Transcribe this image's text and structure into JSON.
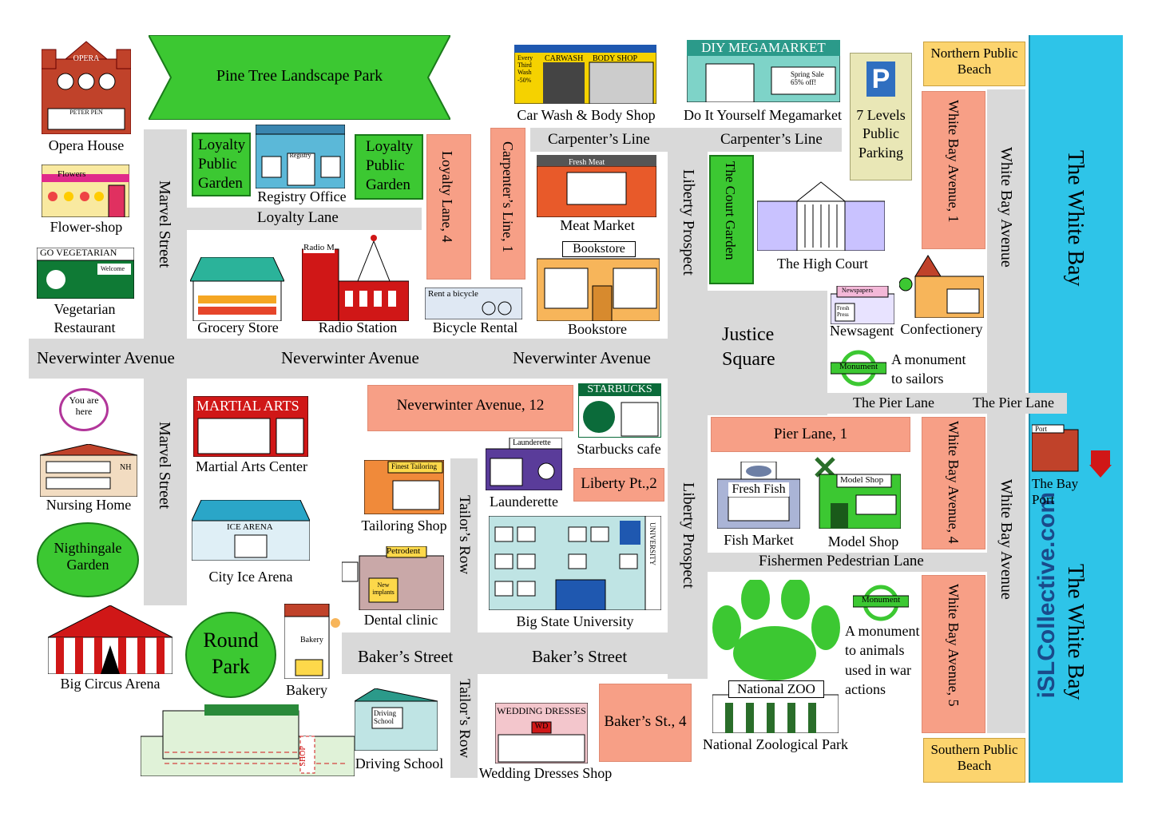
{
  "map": {
    "parks": {
      "pine_tree": "Pine Tree Landscape Park",
      "loyalty_garden_1": "Loyalty Public Garden",
      "loyalty_garden_2": "Loyalty Public Garden",
      "court_garden": "The Court Garden",
      "nightingale": "Nigthingale Garden",
      "round_park": "Round Park"
    },
    "streets": {
      "marvel_1": "Marvel Street",
      "marvel_2": "Marvel Street",
      "loyalty_lane": "Loyalty Lane",
      "neverwinter_1": "Neverwinter Avenue",
      "neverwinter_2": "Neverwinter Avenue",
      "neverwinter_3": "Neverwinter Avenue",
      "carpenters_line_1": "Carpenter’s Line",
      "carpenters_line_2": "Carpenter’s Line",
      "liberty_1": "Liberty Prospect",
      "liberty_2": "Liberty Prospect",
      "justice_square": "Justice Square",
      "pier_lane_1": "The Pier Lane",
      "pier_lane_2": "The Pier Lane",
      "white_bay_ave_1": "White Bay Avenue",
      "white_bay_ave_2": "White Bay Avenue",
      "tailors_row_1": "Tailor’s Row",
      "tailors_row_2": "Tailor’s Row",
      "bakers_1": "Baker’s Street",
      "bakers_2": "Baker’s Street",
      "fishermen": "Fishermen Pedestrian Lane",
      "white_bay_1": "The White Bay",
      "white_bay_2": "The White Bay"
    },
    "addresses": {
      "loyalty_lane_4": "Loyalty Lane, 4",
      "carpenters_line_1": "Carpenter’s Line, 1",
      "neverwinter_12": "Neverwinter Avenue, 12",
      "liberty_pt_2": "Liberty Pt.,2",
      "pier_lane_1": "Pier Lane, 1",
      "white_bay_1": "White Bay Avenue, 1",
      "white_bay_4": "White Bay Avenue, 4",
      "white_bay_5": "White Bay Avenue, 5",
      "bakers_4": "Baker’s St., 4"
    },
    "beaches": {
      "northern": "Northern Public Beach",
      "southern": "Southern Public Beach"
    },
    "parking": {
      "sign": "P",
      "label": "7 Levels Public Parking"
    },
    "places": {
      "opera": "Opera House",
      "opera_sign": "OPERA",
      "opera_sign2": "PETER PEN",
      "flower_shop": "Flower-shop",
      "flower_sign": "Flowers",
      "veg_sign": "GO VEGETARIAN",
      "veg_welcome": "Welcome",
      "veg": "Vegetarian Restaurant",
      "registry": "Registry Office",
      "registry_sign": "Registry",
      "carwash": "Car Wash & Body Shop",
      "carwash_sign1": "CARWASH",
      "carwash_sign2": "BODY SHOP",
      "carwash_promo": "Every Third Wash -50%",
      "diy_sign": "DIY MEGAMARKET",
      "diy": "Do It Yourself Megamarket",
      "diy_promo": "Spring Sale 65% off!",
      "meat_sign": "Fresh Meat",
      "meat": "Meat Market",
      "bookstore_sign": "Bookstore",
      "bookstore": "Bookstore",
      "grocery": "Grocery Store",
      "radio_sign": "Radio M",
      "radio": "Radio Station",
      "bicycle_sign": "Rent a bicycle",
      "bicycle": "Bicycle Rental",
      "high_court": "The High Court",
      "newspapers_sign": "Newspapers",
      "fresh_press": "Fresh Press",
      "newsagent": "Newsagent",
      "confectionery": "Confectionery",
      "monument_sign": "Monument",
      "monument_sailors": "A monument to sailors",
      "you_are_here": "You are here",
      "nursing_sign": "NH",
      "nursing": "Nursing Home",
      "martial_sign": "MARTIAL ARTS",
      "martial": "Martial Arts Center",
      "ice_sign": "ICE ARENA",
      "ice": "City Ice Arena",
      "starbucks_sign": "STARBUCKS",
      "starbucks": "Starbucks cafe",
      "tailoring_sign": "Finest Tailoring",
      "tailoring": "Tailoring Shop",
      "laundrette_sign": "Launderette",
      "laundrette": "Launderette",
      "petrodent": "Petrodent",
      "implants": "New implants",
      "dental": "Dental clinic",
      "university_sign": "UNIVERSITY",
      "university": "Big State University",
      "fish_sign": "Fresh Fish",
      "fish": "Fish Market",
      "model_sign": "Model Shop",
      "model": "Model Shop",
      "port_sign": "Port",
      "port": "The Bay Port",
      "monument_sign2": "Monument",
      "monument_animals": "A monument to animals used in war actions",
      "zoo_sign": "National ZOO",
      "zoo": "National Zoological Park",
      "circus": "Big Circus Arena",
      "bakery_sign": "Bakery",
      "bakery": "Bakery",
      "driving_sign": "Driving School",
      "driving": "Driving School",
      "wedding_sign": "WEDDING DRESSES",
      "wedding_sign2": "WD",
      "wedding": "Wedding Dresses Shop",
      "shop_sign": "SHOP"
    },
    "watermark": "iSLCollective.com"
  },
  "colors": {
    "road": "#d9d9d9",
    "sea": "#2ec4e8",
    "park": "#3cc832",
    "address": "#f79f86",
    "beach": "#fcd46e"
  }
}
